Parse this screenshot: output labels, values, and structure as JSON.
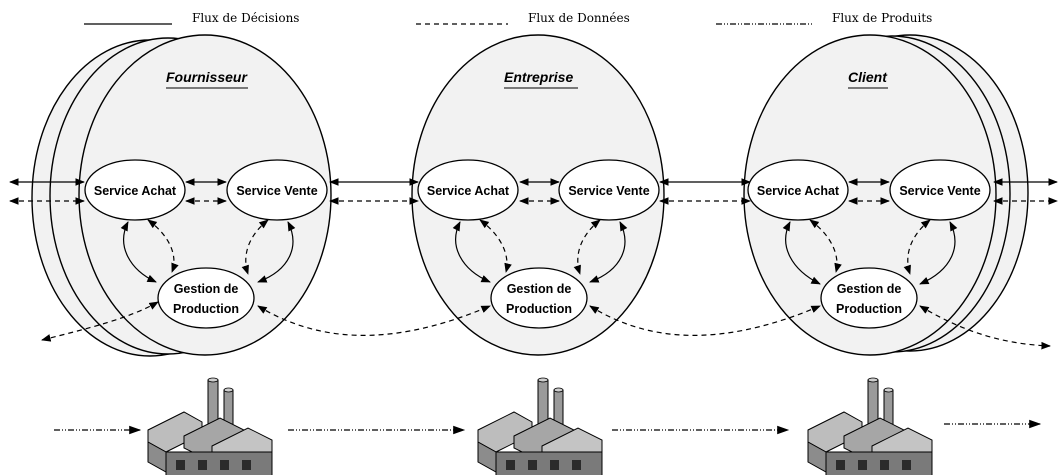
{
  "legend": {
    "decision_label": "Flux de Décisions",
    "data_label": "Flux de Données",
    "product_label": "Flux de Produits"
  },
  "organizations": [
    {
      "title": "Fournisseur",
      "nodes": {
        "purchasing": "Service Achat",
        "sales": "Service Vente",
        "production_line1": "Gestion de",
        "production_line2": "Production"
      }
    },
    {
      "title": "Entreprise",
      "nodes": {
        "purchasing": "Service Achat",
        "sales": "Service Vente",
        "production_line1": "Gestion de",
        "production_line2": "Production"
      }
    },
    {
      "title": "Client",
      "nodes": {
        "purchasing": "Service Achat",
        "sales": "Service Vente",
        "production_line1": "Gestion de",
        "production_line2": "Production"
      }
    }
  ],
  "icons": [
    "factory-icon",
    "factory-icon",
    "factory-icon"
  ],
  "colors": {
    "organization_fill": "#f2f2f2",
    "factory_gray": "#8c8c8c",
    "line": "#000000"
  }
}
